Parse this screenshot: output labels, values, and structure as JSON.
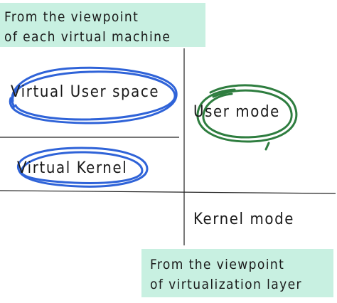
{
  "notes": {
    "vm_viewpoint": [
      "From the viewpoint",
      "of each virtual machine"
    ],
    "layer_viewpoint": [
      "From the viewpoint",
      "of virtualization layer"
    ]
  },
  "labels": {
    "virtual_user_space": "Virtual User space",
    "virtual_kernel": "Virtual Kernel",
    "user_mode": "User mode",
    "kernel_mode": "Kernel mode"
  },
  "colors": {
    "note_background": "#c8f0e1",
    "blue_circle": "#2f63d8",
    "green_circle": "#2e7d3f",
    "line": "#222222"
  }
}
